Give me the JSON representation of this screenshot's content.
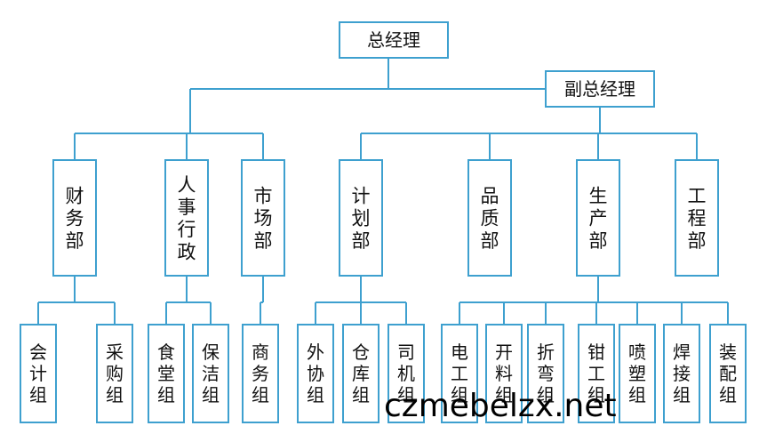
{
  "colors": {
    "line": "#3ea0cf",
    "box_border": "#3ea0cf",
    "text": "#111111",
    "watermark": "#000000"
  },
  "nodes": {
    "gm": "总经理",
    "vgm": "副总经理",
    "caiwu": "财务部",
    "renshi": "人事行政",
    "shichang": "市场部",
    "jihua": "计划部",
    "pinzhi": "品质部",
    "shengchan": "生产部",
    "gongcheng": "工程部",
    "kuaiji": "会计组",
    "caigou": "采购组",
    "shitang": "食堂组",
    "baojie": "保洁组",
    "shangwu": "商务组",
    "waixie": "外协组",
    "cangku": "仓库组",
    "siji": "司机组",
    "diangong": "电工组",
    "kailiao": "开料组",
    "zhewan": "折弯组",
    "qiangong": "钳工组",
    "pensu": "喷塑组",
    "hanjie": "焊接组",
    "zhuangpei": "装配组"
  },
  "watermark": "czmebelzx.net"
}
